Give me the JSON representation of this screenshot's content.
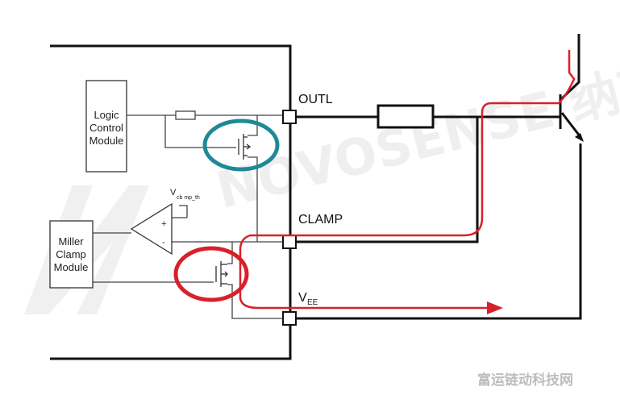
{
  "blocks": {
    "logic": {
      "line1": "Logic",
      "line2": "Control",
      "line3": "Module"
    },
    "miller": {
      "line1": "Miller",
      "line2": "Clamp",
      "line3": "Module"
    }
  },
  "pins": {
    "outl": "OUTL",
    "clamp": "CLAMP",
    "vee_main": "V",
    "vee_sub": "EE"
  },
  "comparator": {
    "plus": "+",
    "minus": "-",
    "vref_main": "V",
    "vref_sub": "cb mp_th"
  },
  "watermark": {
    "center": "NOVOSENSE 纳芯微电子",
    "corner": "富运链动科技网"
  },
  "colors": {
    "wire": "#111111",
    "current_path": "#d9202a",
    "highlight_teal": "#1f8a96",
    "highlight_red": "#d9202a"
  }
}
